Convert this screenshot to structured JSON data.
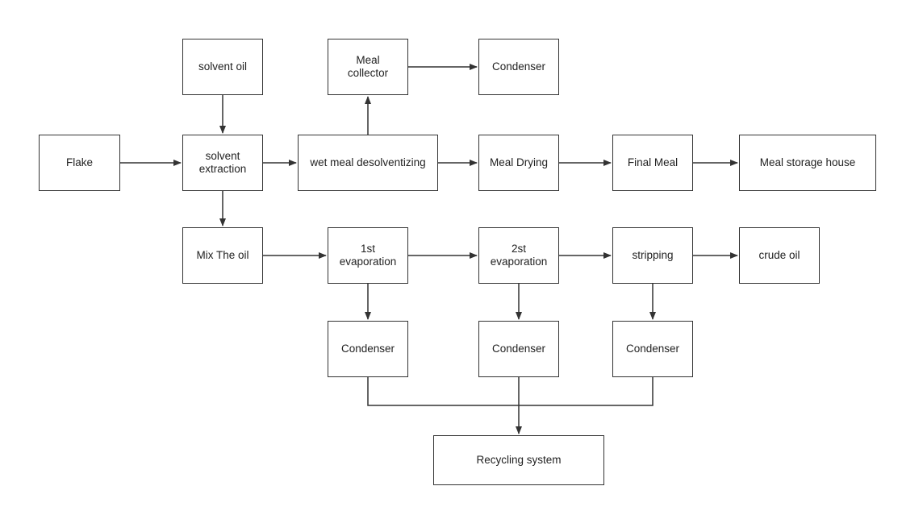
{
  "colors": {
    "stroke": "#333333",
    "text": "#222222",
    "background": "#ffffff"
  },
  "nodes": {
    "flake": "Flake",
    "solvent_oil": "solvent oil",
    "solvent_extraction": "solvent\nextraction",
    "meal_collector": "Meal\ncollector",
    "condenser_top": "Condenser",
    "wet_meal": "wet meal desolventizing",
    "meal_drying": "Meal Drying",
    "final_meal": "Final Meal",
    "meal_storage": "Meal storage house",
    "mix_oil": "Mix The oil",
    "evap_1": "1st\nevaporation",
    "evap_2": "2st\nevaporation",
    "stripping": "stripping",
    "crude_oil": "crude oil",
    "condenser_1": "Condenser",
    "condenser_2": "Condenser",
    "condenser_3": "Condenser",
    "recycling": "Recycling system"
  }
}
